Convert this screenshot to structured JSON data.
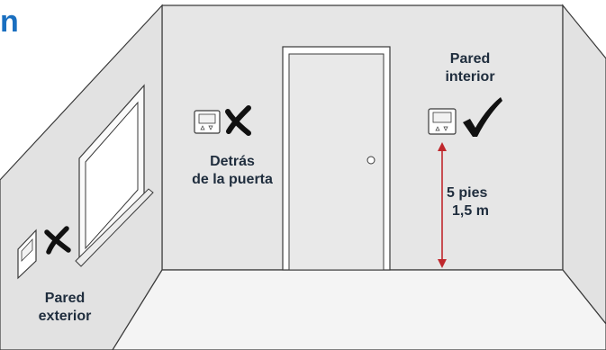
{
  "heading_fragment": "n",
  "labels": {
    "exterior_wall": [
      "Pared",
      "exterior"
    ],
    "behind_door": [
      "Detrás",
      "de la puerta"
    ],
    "interior_wall": [
      "Pared",
      "interior"
    ],
    "height_ft": "5 pies",
    "height_m": "1,5 m"
  },
  "marks": {
    "exterior_wall": "cross-icon",
    "behind_door": "cross-icon",
    "interior_wall": "checkmark-icon"
  },
  "colors": {
    "heading": "#1a6fc0",
    "wall": "#e6e6e6",
    "floor": "#f4f4f4",
    "dimension_arrow": "#c0282d",
    "label_text": "#1f2d3d"
  }
}
